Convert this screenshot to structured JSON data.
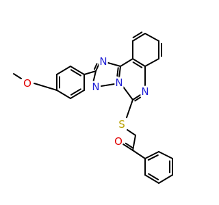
{
  "colors": {
    "bond": "#000000",
    "background": "#ffffff",
    "N": "#1f1fd6",
    "O": "#e00000",
    "S": "#b8a000",
    "label_halo": "#ffffff"
  },
  "atoms": {
    "n_triazole_top": "N",
    "n_triazole_bottom": "N",
    "n_bridge": "N",
    "n_quinazoline": "N",
    "o_methoxy": "O",
    "o_carbonyl": "O",
    "s_thioether": "S"
  }
}
